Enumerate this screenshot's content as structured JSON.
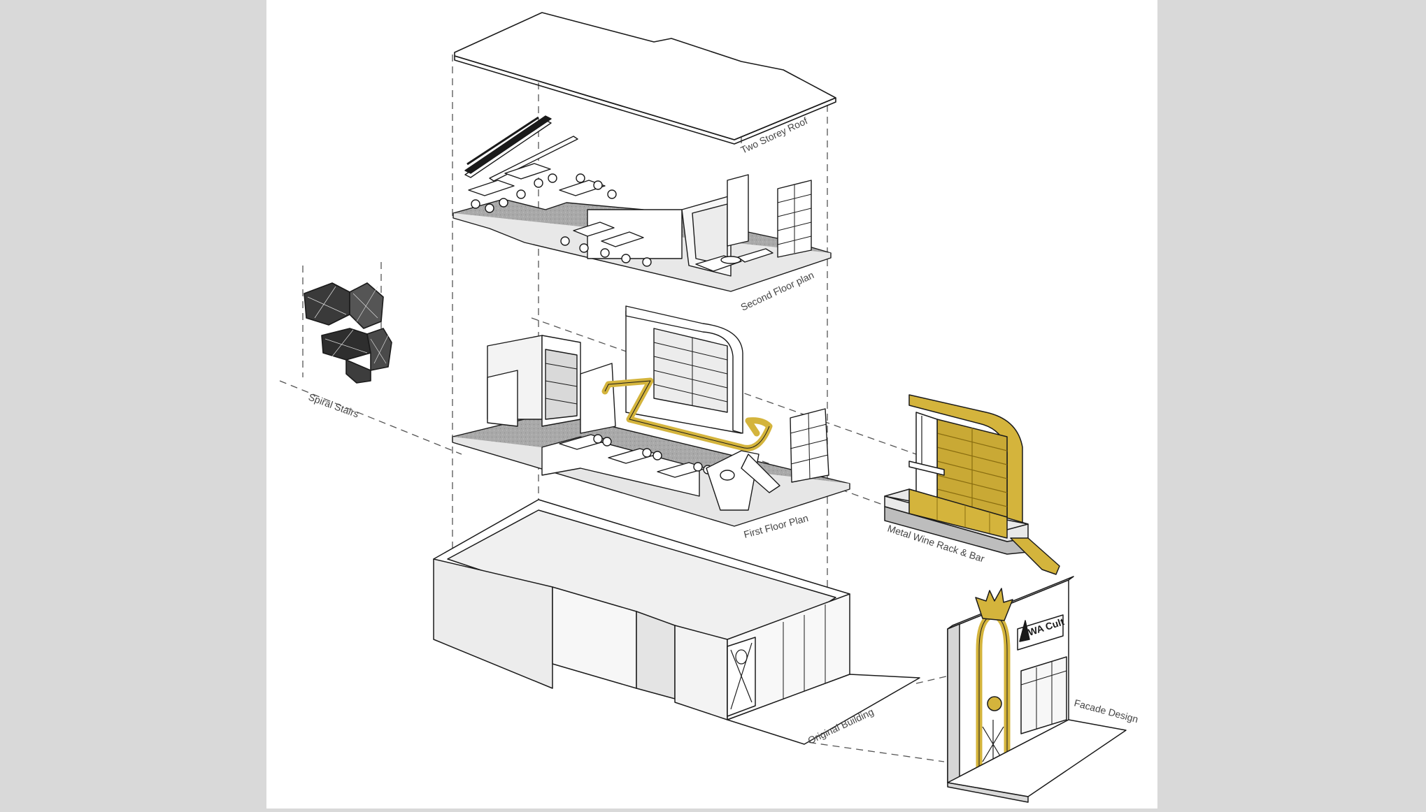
{
  "labels": {
    "roof": "Two Storey Roof",
    "second_floor": "Second Floor plan",
    "first_floor": "First Floor Plan",
    "original_building": "Original Building",
    "spiral_stairs": "Spiral Stairs",
    "wine_rack": "Metal Wine Rack & Bar",
    "facade": "Facade Design",
    "shop_sign": "WA Cult"
  },
  "colors": {
    "background": "#d9d9d9",
    "paper": "#ffffff",
    "line": "#1a1a1a",
    "gold": "#d4b43c",
    "floor": "#a8a8a8",
    "wall": "#f2f2f2",
    "label": "#444444"
  }
}
